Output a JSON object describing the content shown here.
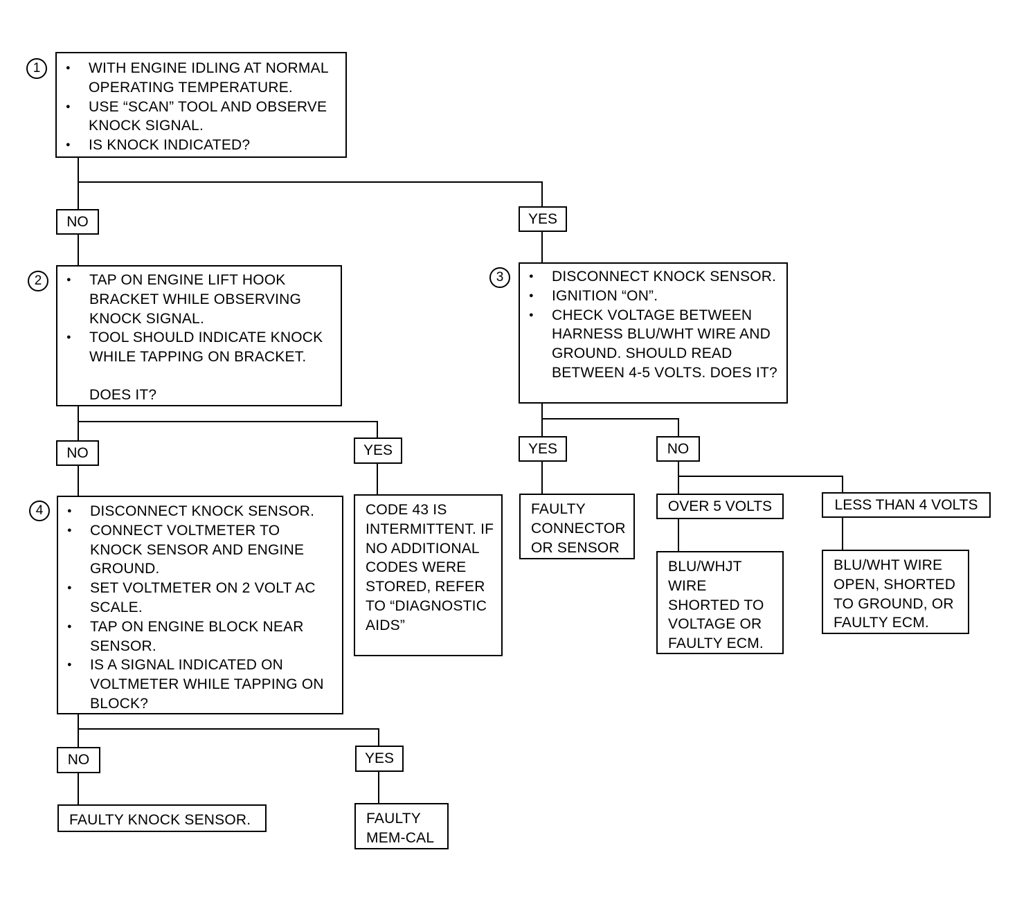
{
  "steps": [
    {
      "number": "1",
      "items": [
        "WITH ENGINE IDLING AT NORMAL OPERATING TEMPERATURE.",
        "USE “SCAN” TOOL AND OBSERVE KNOCK SIGNAL.",
        "IS KNOCK INDICATED?"
      ]
    },
    {
      "number": "2",
      "items": [
        "TAP ON ENGINE LIFT HOOK BRACKET WHILE OBSERVING KNOCK SIGNAL.",
        "TOOL SHOULD INDICATE KNOCK WHILE TAPPING ON BRACKET."
      ],
      "question": "DOES IT?"
    },
    {
      "number": "3",
      "items": [
        "DISCONNECT KNOCK SENSOR.",
        "IGNITION “ON”.",
        "CHECK VOLTAGE BETWEEN HARNESS BLU/WHT WIRE AND GROUND. SHOULD READ BETWEEN 4-5 VOLTS. DOES IT?"
      ]
    },
    {
      "number": "4",
      "items": [
        "DISCONNECT KNOCK SENSOR.",
        "CONNECT VOLTMETER TO KNOCK SENSOR AND ENGINE GROUND.",
        "SET VOLTMETER ON 2 VOLT AC SCALE.",
        "TAP ON ENGINE BLOCK NEAR SENSOR.",
        "IS A SIGNAL INDICATED ON VOLTMETER WHILE TAPPING ON BLOCK?"
      ]
    }
  ],
  "branch_labels": {
    "s1_no": "NO",
    "s1_yes": "YES",
    "s2_no": "NO",
    "s2_yes": "YES",
    "s3_yes": "YES",
    "s3_no": "NO",
    "s3_over": "OVER 5 VOLTS",
    "s3_less": "LESS THAN 4 VOLTS",
    "s4_no": "NO",
    "s4_yes": "YES"
  },
  "results": {
    "code43": "CODE 43 IS INTERMITTENT. IF NO ADDITIONAL CODES WERE STORED, REFER TO “DIAGNOSTIC AIDS”",
    "faulty_connector": "FAULTY CONNECTOR OR SENSOR",
    "blu_whjt": "BLU/WHJT WIRE SHORTED TO VOLTAGE OR FAULTY ECM.",
    "blu_wht_open": "BLU/WHT WIRE OPEN, SHORTED TO GROUND, OR FAULTY ECM.",
    "faulty_knock_sensor": "FAULTY KNOCK SENSOR.",
    "faulty_memcal": "FAULTY MEM-CAL"
  }
}
